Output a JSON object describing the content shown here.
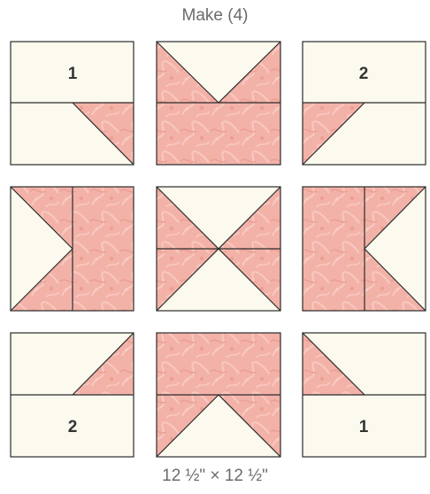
{
  "header": {
    "caption": "Make (4)"
  },
  "footer": {
    "caption": "12 ½\" × 12 ½\""
  },
  "colors": {
    "cream": "#fcfaee",
    "pink": "#f3b2a8",
    "stroke": "#2b2b2b"
  },
  "blocks": [
    {
      "id": "top-left",
      "label": "1"
    },
    {
      "id": "top-center",
      "label": ""
    },
    {
      "id": "top-right",
      "label": "2"
    },
    {
      "id": "mid-left",
      "label": ""
    },
    {
      "id": "center",
      "label": ""
    },
    {
      "id": "mid-right",
      "label": ""
    },
    {
      "id": "bottom-left",
      "label": "2"
    },
    {
      "id": "bottom-center",
      "label": ""
    },
    {
      "id": "bottom-right",
      "label": "1"
    }
  ]
}
